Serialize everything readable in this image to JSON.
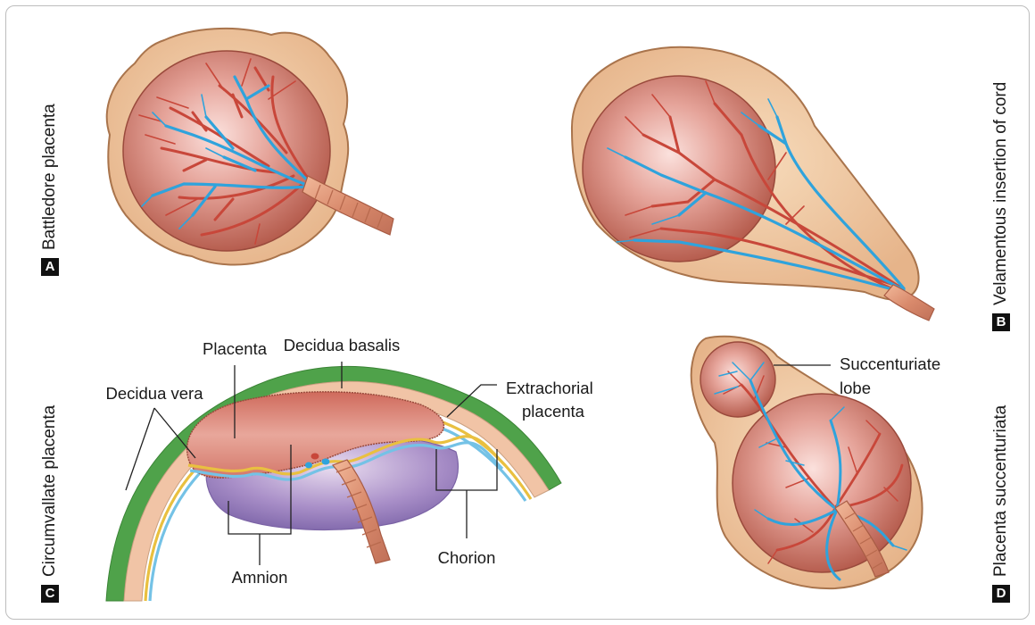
{
  "panels": {
    "a": {
      "letter": "A",
      "caption": "Battledore placenta"
    },
    "b": {
      "letter": "B",
      "caption": "Velamentous insertion of cord"
    },
    "c": {
      "letter": "C",
      "caption": "Circumvallate placenta"
    },
    "d": {
      "letter": "D",
      "caption": "Placenta succenturiata"
    }
  },
  "labels": {
    "placenta": "Placenta",
    "decidua_basalis": "Decidua basalis",
    "decidua_vera": "Decidua vera",
    "extrachorial_line1": "Extrachorial",
    "extrachorial_line2": "placenta",
    "amnion": "Amnion",
    "chorion": "Chorion",
    "succenturiate_line1": "Succenturiate",
    "succenturiate_line2": "lobe"
  },
  "colors": {
    "membrane": "#f0c9a0",
    "membrane_edge": "#a9744c",
    "placenta": "#c86e5e",
    "artery": "#c8473a",
    "vein": "#2fa3dc",
    "decidua_green": "#4fa24a",
    "amniotic_sac": "#a389c4"
  }
}
